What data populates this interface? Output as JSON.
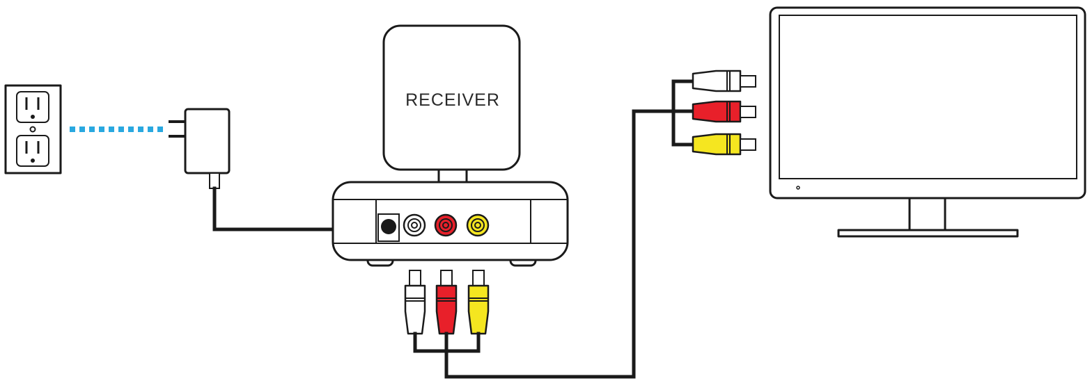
{
  "receiver": {
    "label": "RECEIVER"
  },
  "colors": {
    "power_link": "#29a8e0",
    "audio_left": "#ffffff",
    "audio_right": "#e8202a",
    "video": "#f5e620",
    "outline": "#1a1a1a"
  },
  "components": [
    {
      "name": "wall-outlet",
      "icon": "wall-outlet-icon"
    },
    {
      "name": "power-adapter",
      "icon": "power-adapter-icon"
    },
    {
      "name": "receiver",
      "icon": "receiver-icon"
    },
    {
      "name": "rca-cable",
      "icon": "rca-cable-icon"
    },
    {
      "name": "television",
      "icon": "tv-icon"
    }
  ]
}
